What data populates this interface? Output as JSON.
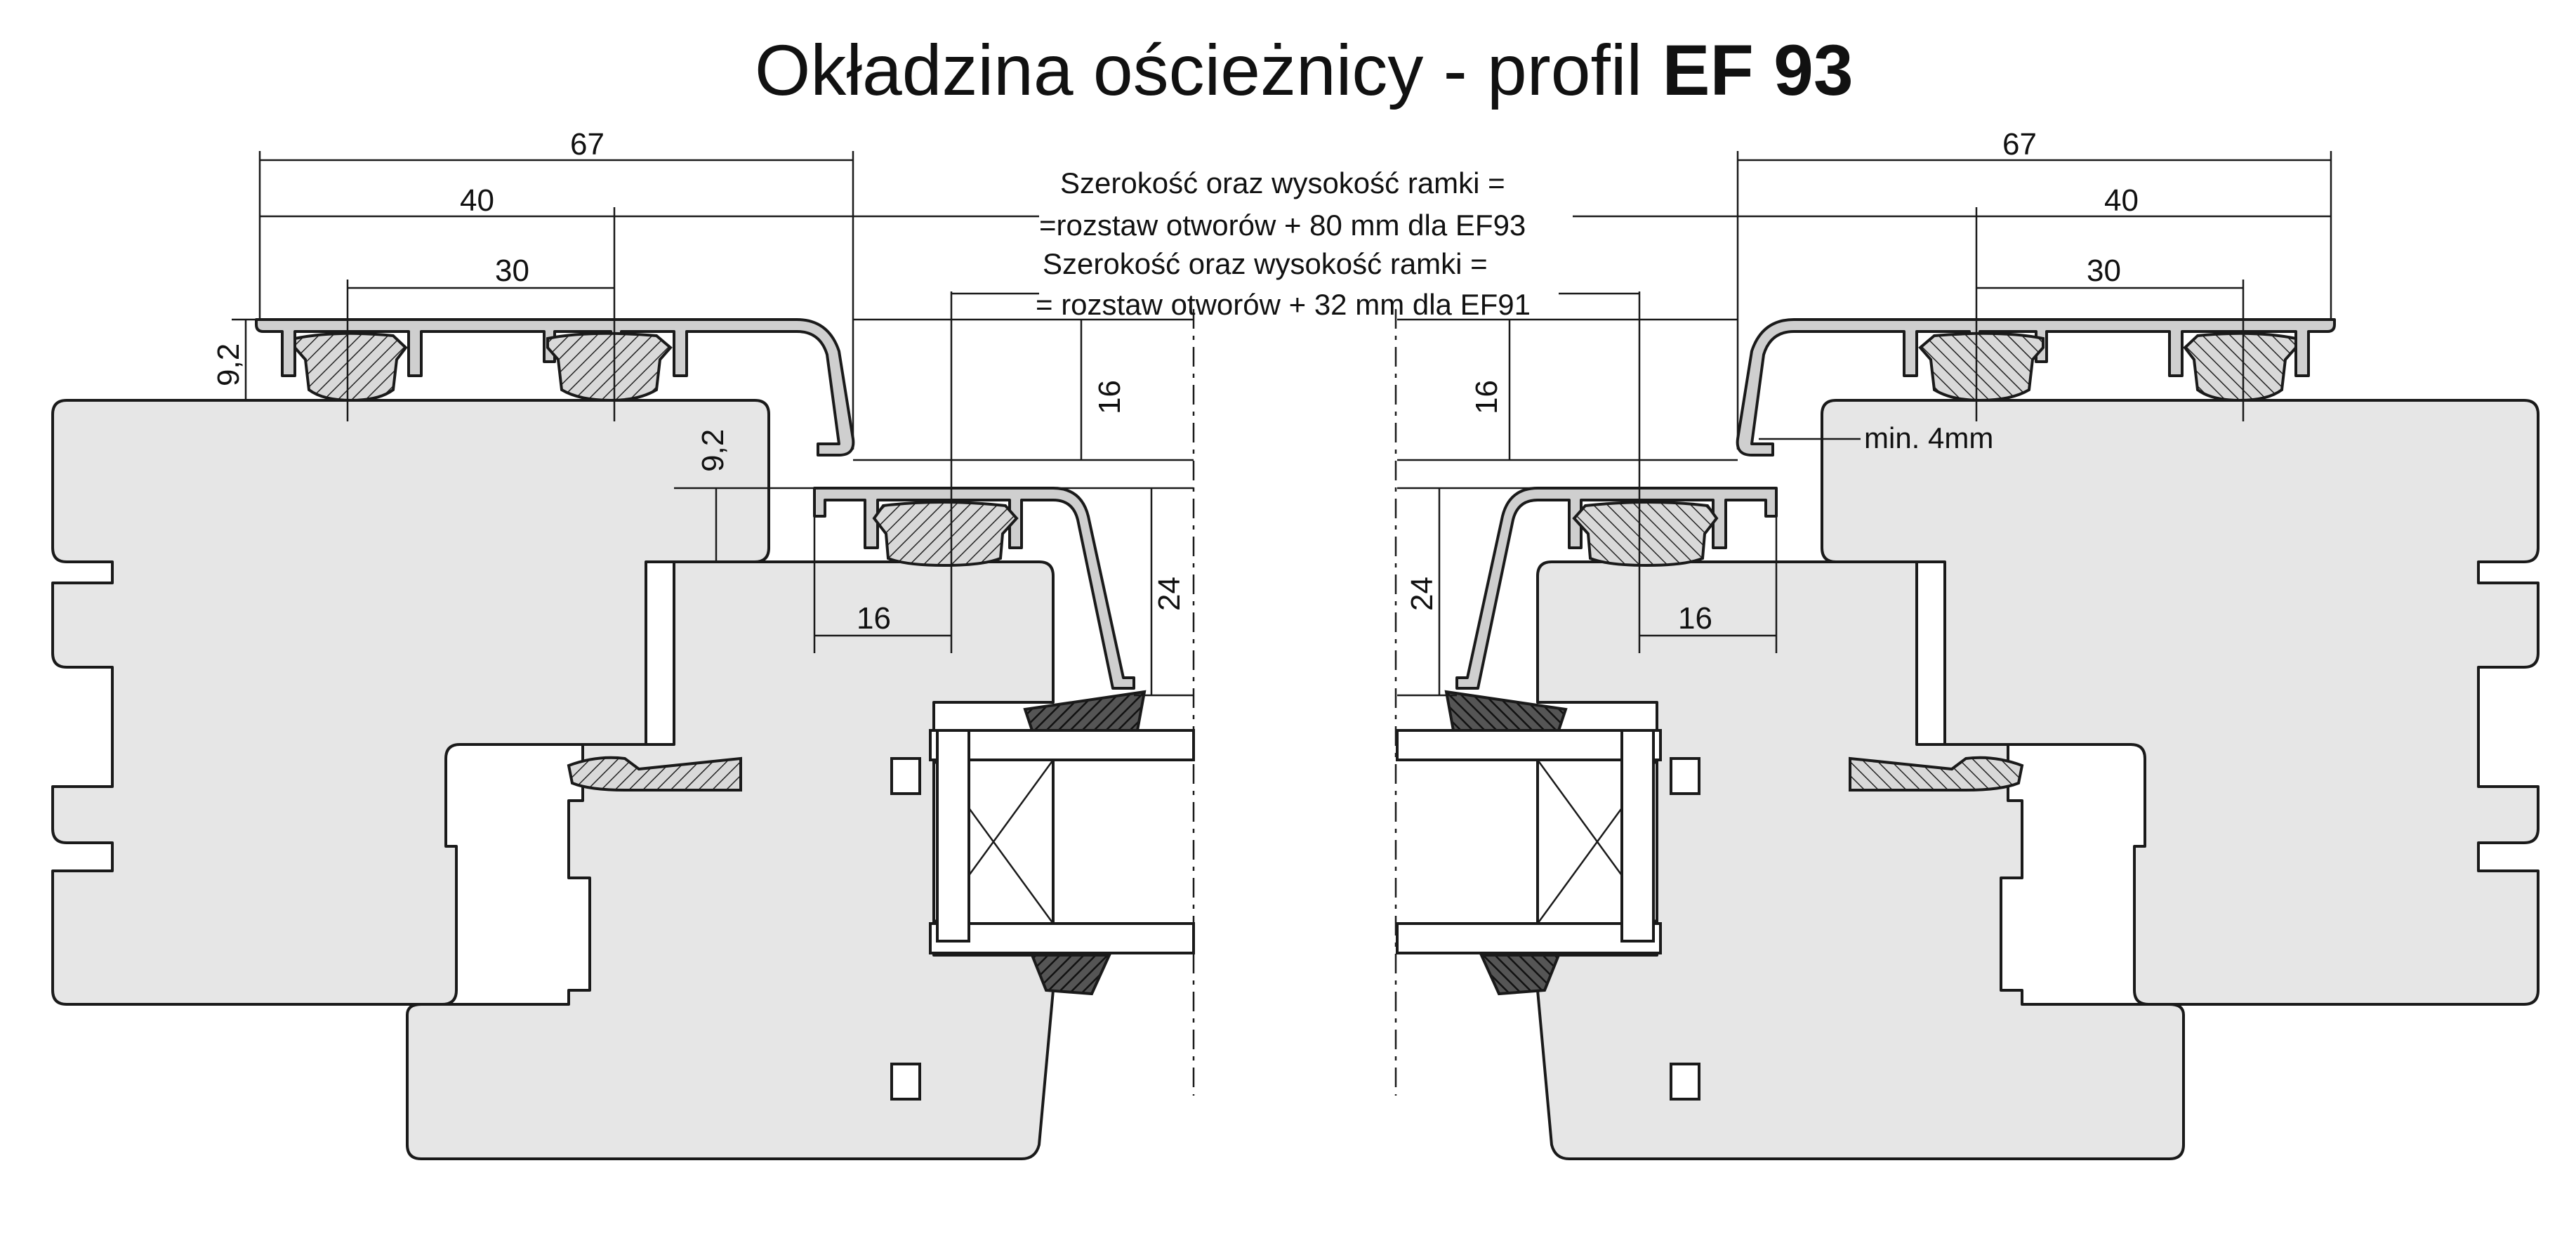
{
  "title": {
    "main": "Okładzina ościeżnicy - profil ",
    "bold": "EF 93"
  },
  "notes": {
    "ef93_line1": "Szerokość oraz wysokość ramki =",
    "ef93_line2": "=rozstaw otworów + 80 mm dla EF93",
    "ef91_line1": "Szerokość oraz wysokość ramki =",
    "ef91_line2": "= rozstaw otworów + 32 mm dla EF91",
    "min_gap": "min. 4mm"
  },
  "dimensions": {
    "left": {
      "width_total": "67",
      "width_mid": "40",
      "width_inner": "30",
      "height_top": "9,2",
      "height_second": "9,2",
      "small_profile_height": "16",
      "small_profile_offset": "16",
      "small_profile_depth": "24"
    },
    "right": {
      "width_total": "67",
      "width_mid": "40",
      "width_inner": "30",
      "small_profile_height": "16",
      "small_profile_offset": "16",
      "small_profile_depth": "24"
    }
  },
  "colors": {
    "wood_fill": "#e6e6e6",
    "profile_fill": "#cfcfcf",
    "line": "#1a1a1a"
  }
}
